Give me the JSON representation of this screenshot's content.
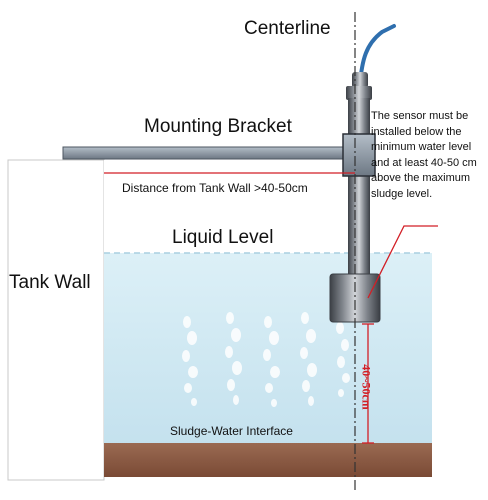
{
  "labels": {
    "centerline": "Centerline",
    "mounting_bracket": "Mounting Bracket",
    "distance_from_wall": "Distance from Tank Wall >40-50cm",
    "liquid_level": "Liquid Level",
    "tank_wall": "Tank Wall",
    "sludge_interface": "Sludge-Water Interface",
    "depth": "40~50cm"
  },
  "note_lines": [
    "The sensor must be",
    "installed below the",
    "minimum water level",
    "and at least 40-50 cm",
    "above the maximum",
    "sludge level."
  ],
  "colors": {
    "water": "#d5ebf4",
    "sludge": "#8a5a45",
    "bracket": "#8e9aa6",
    "dimension": "#d21f26"
  }
}
